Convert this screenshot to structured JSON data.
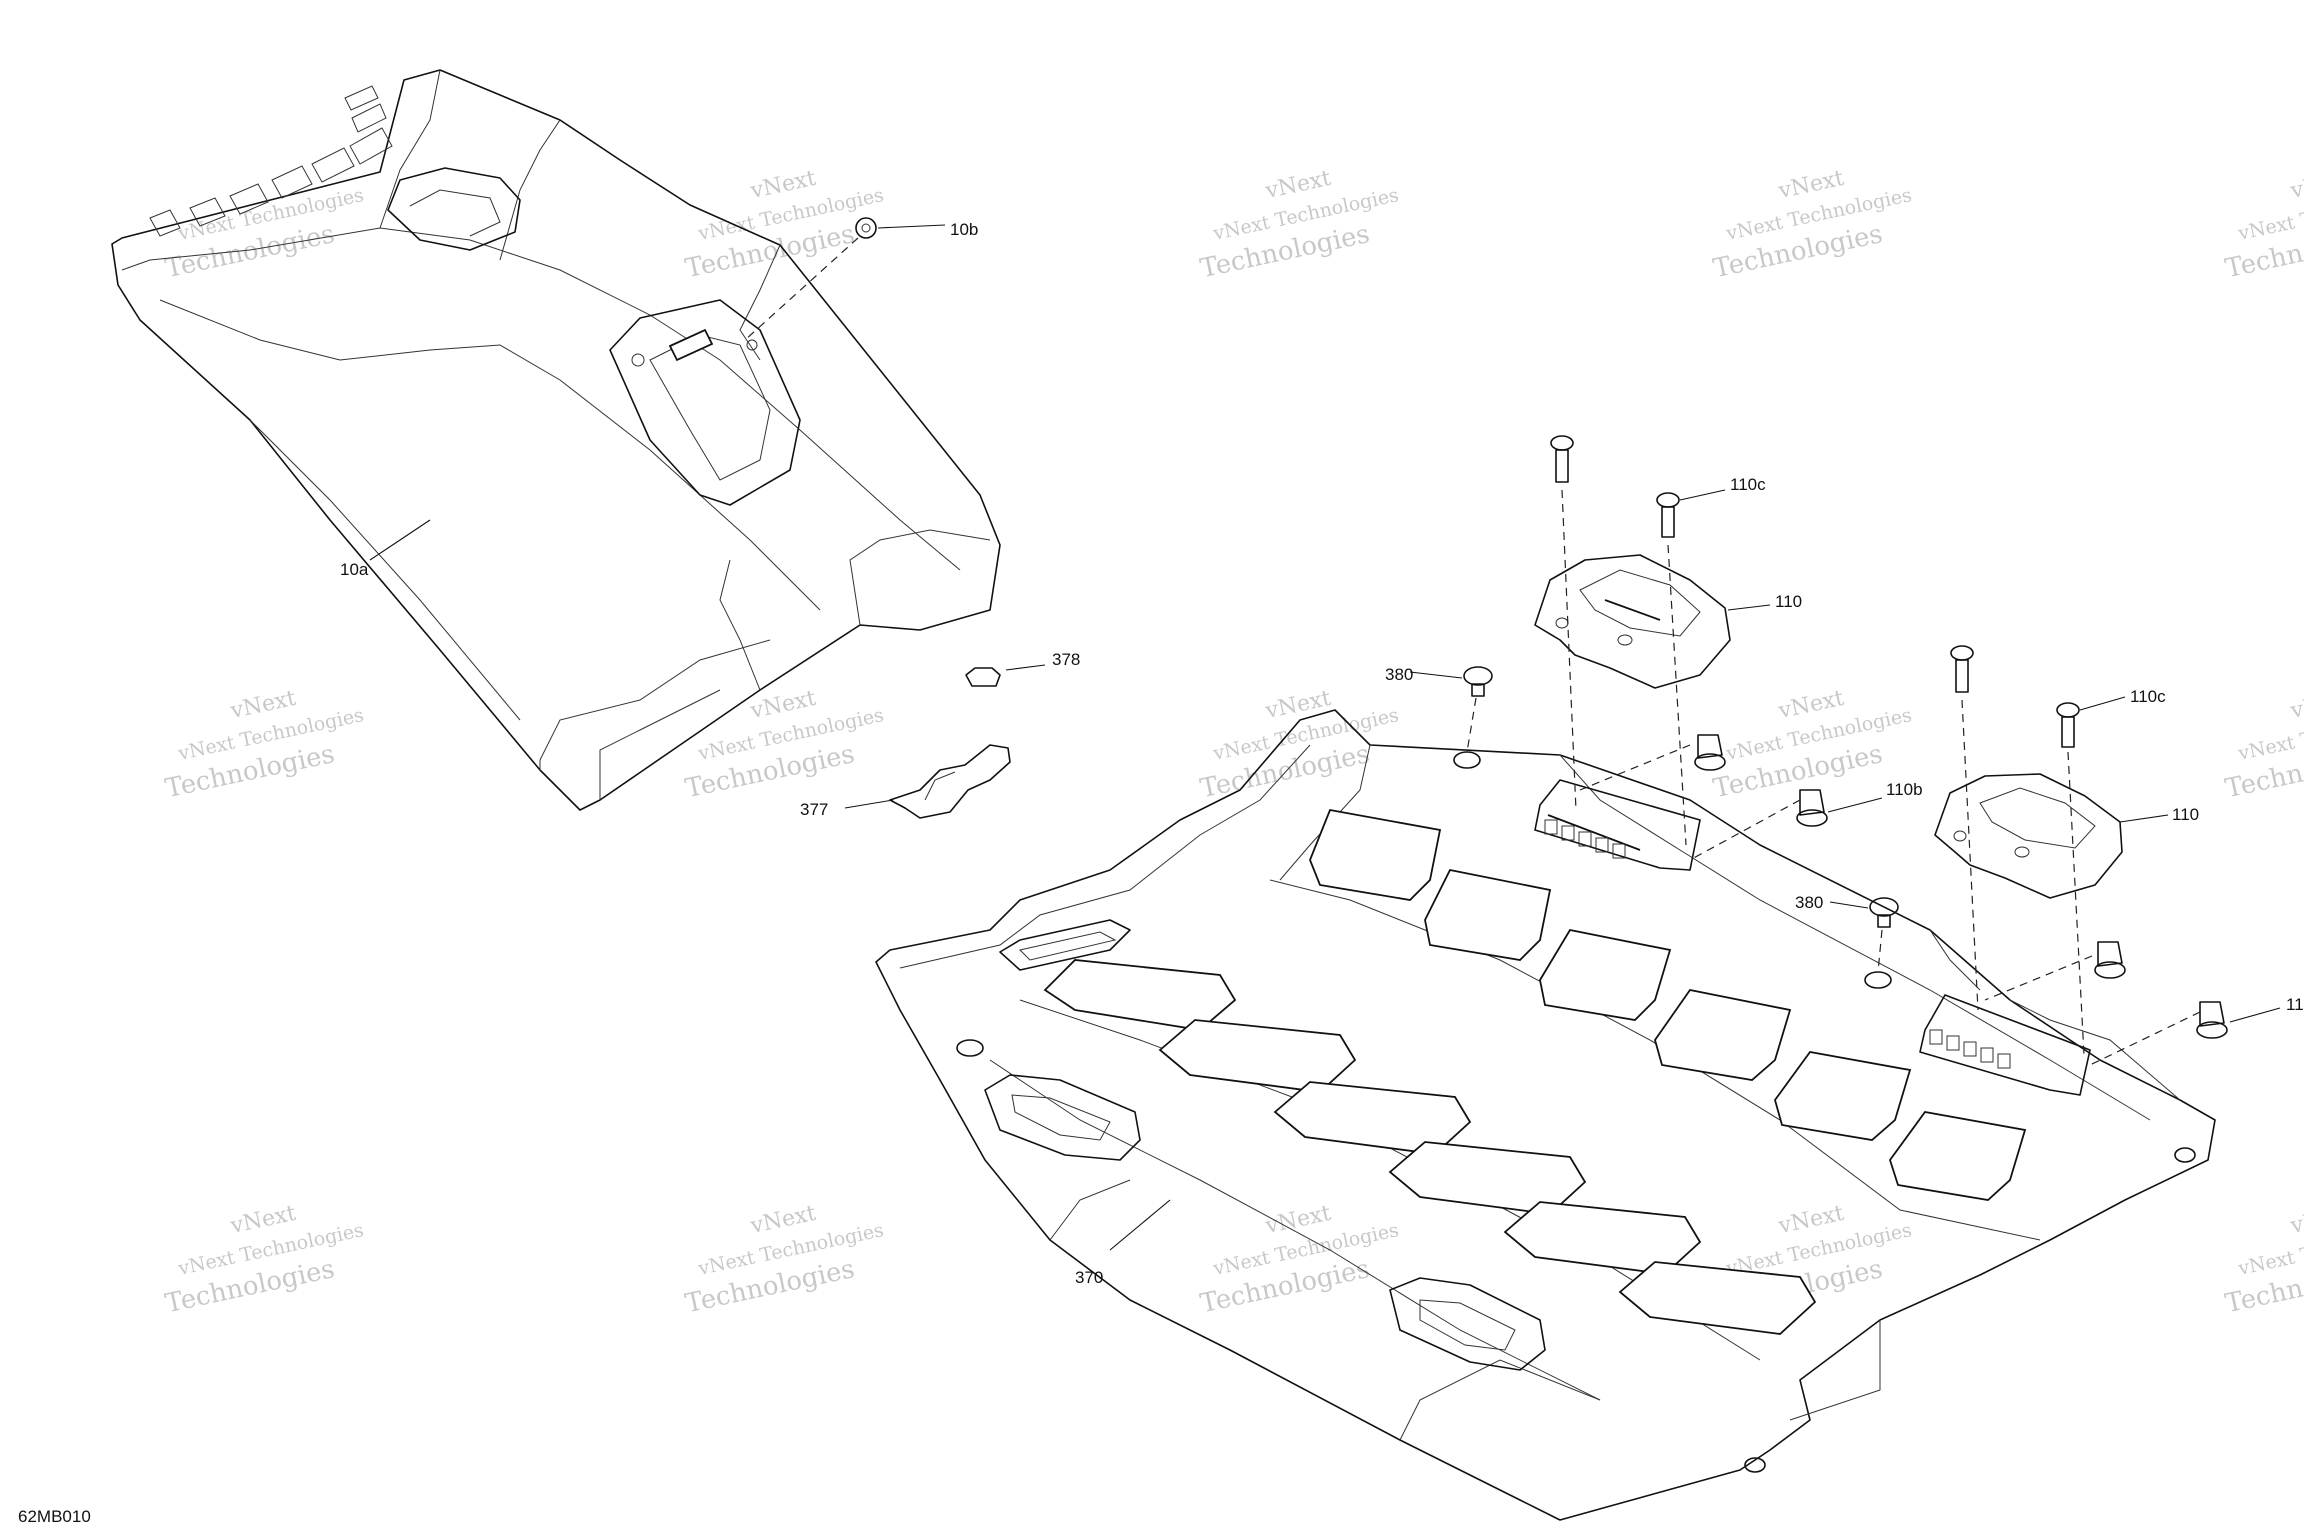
{
  "diagram": {
    "code": "62MB010",
    "watermark_line1": "vNext Technologies",
    "watermark_line2": "Technologies",
    "watermark_top": "vNext",
    "callouts": [
      {
        "id": "10a",
        "text": "10a"
      },
      {
        "id": "10b",
        "text": "10b"
      },
      {
        "id": "378",
        "text": "378"
      },
      {
        "id": "377",
        "text": "377"
      },
      {
        "id": "380a",
        "text": "380"
      },
      {
        "id": "380b",
        "text": "380"
      },
      {
        "id": "110a",
        "text": "110"
      },
      {
        "id": "110b",
        "text": "110"
      },
      {
        "id": "110ca",
        "text": "110c"
      },
      {
        "id": "110cb",
        "text": "110c"
      },
      {
        "id": "110ba",
        "text": "110b"
      },
      {
        "id": "110bb",
        "text": "11"
      },
      {
        "id": "370",
        "text": "370"
      }
    ]
  }
}
